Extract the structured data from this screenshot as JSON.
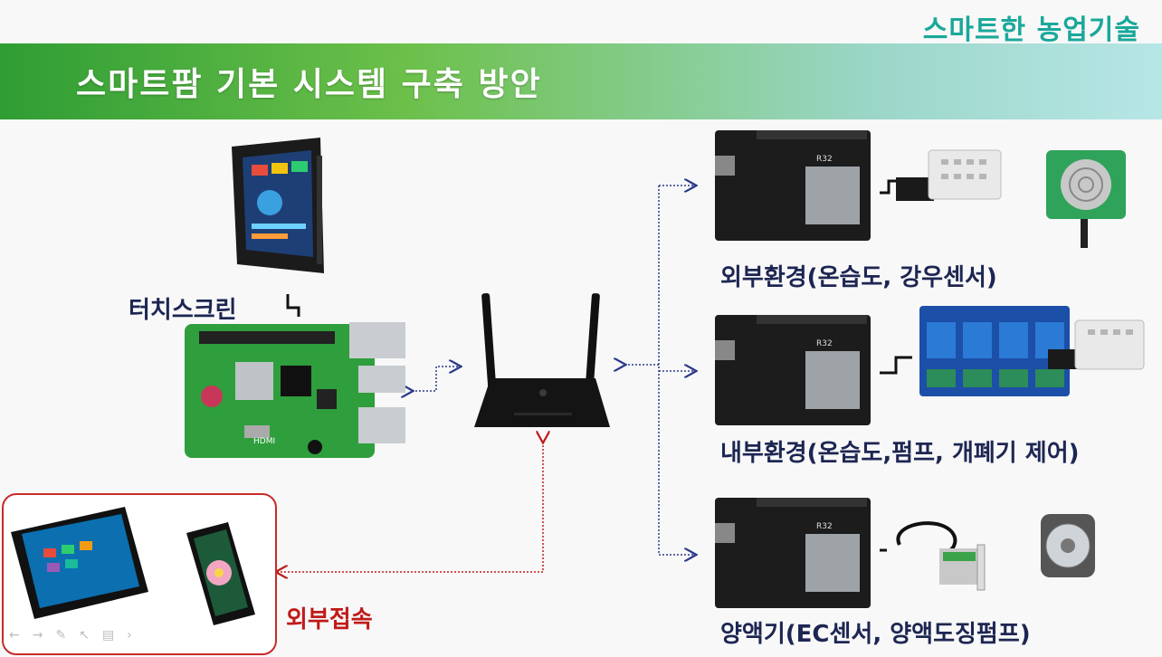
{
  "header": {
    "top_label": "스마트한 농업기술",
    "title": "스마트팜 기본 시스템 구축 방안"
  },
  "labels": {
    "touchscreen": "터치스크린",
    "external_access": "외부접속",
    "node1": "외부환경(온습도, 강우센서)",
    "node2": "내부환경(온습도,펌프, 개폐기 제어)",
    "node3": "양액기(EC센서, 양액도징펌프)"
  },
  "board_text": {
    "esp_label": "R32",
    "pi_text": "HDMI"
  },
  "colors": {
    "accent": "#1aa89a",
    "label": "#1d2652",
    "external": "#c01a1a",
    "arrow": "#2b3a8a",
    "arrow_red": "#c01a1a"
  }
}
